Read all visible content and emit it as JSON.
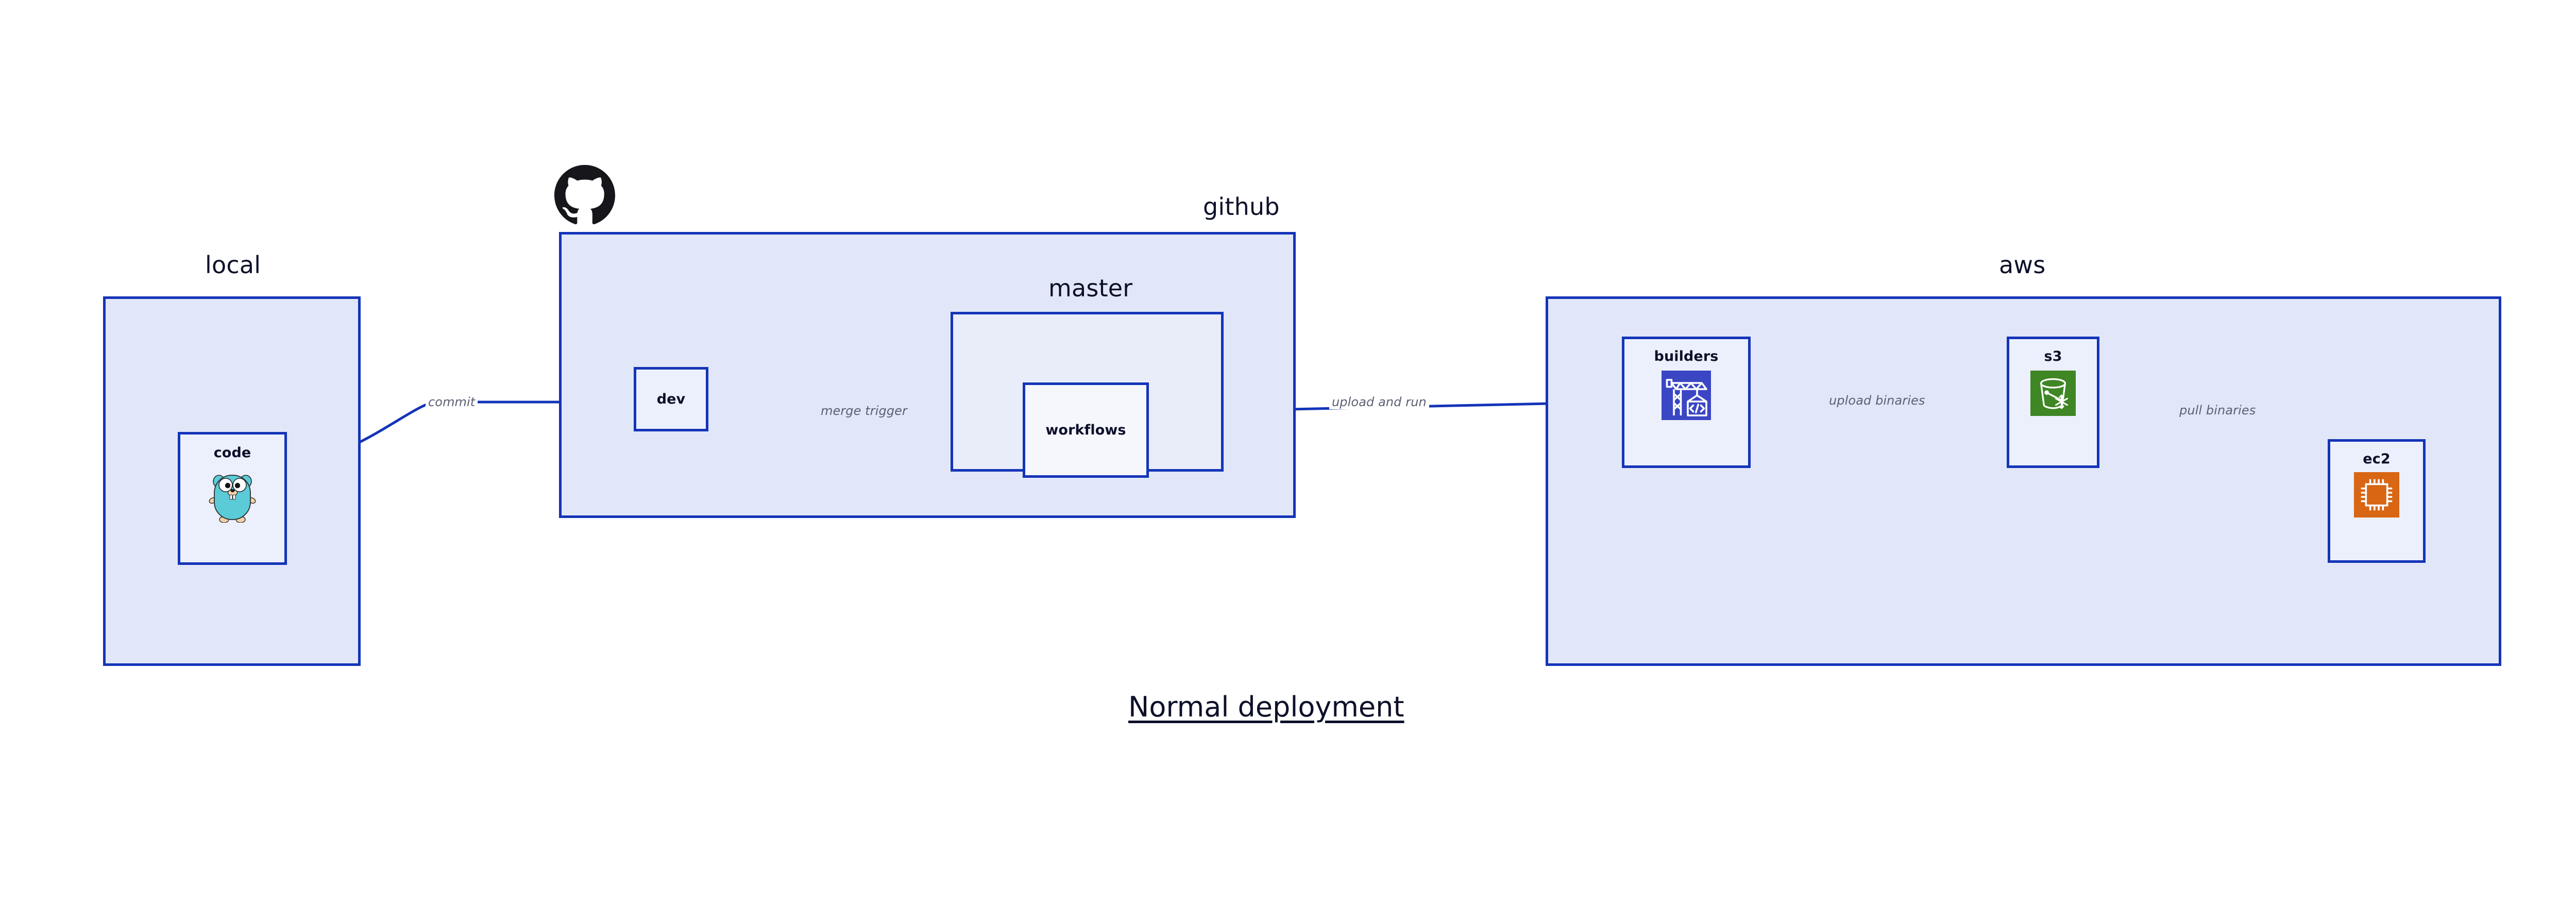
{
  "diagram": {
    "title": "Normal deployment",
    "accent_border": "#1434b8",
    "group_fill": "#e1e7f8",
    "node_fill": "#ecf0fc",
    "arrow_color": "#1434b8",
    "label_color": "#5c6073",
    "text_color": "#0d1029"
  },
  "groups": [
    {
      "id": "local",
      "label": "local"
    },
    {
      "id": "github",
      "label": "github"
    },
    {
      "id": "master",
      "label": "master"
    },
    {
      "id": "aws",
      "label": "aws"
    }
  ],
  "nodes": [
    {
      "id": "code",
      "label": "code",
      "icon": "go-gopher-icon"
    },
    {
      "id": "dev",
      "label": "dev",
      "icon": null
    },
    {
      "id": "workflows",
      "label": "workflows",
      "icon": null
    },
    {
      "id": "builders",
      "label": "builders",
      "icon": "aws-codebuild-crane-icon",
      "icon_color": "#3b46c4"
    },
    {
      "id": "s3",
      "label": "s3",
      "icon": "aws-s3-glacier-bucket-icon",
      "icon_color": "#3f8624"
    },
    {
      "id": "ec2",
      "label": "ec2",
      "icon": "aws-ec2-chip-icon",
      "icon_color": "#d86613"
    }
  ],
  "edges": [
    {
      "id": "code-to-dev",
      "label": "commit",
      "from": "code",
      "to": "dev"
    },
    {
      "id": "dev-to-workflows",
      "label": "merge trigger",
      "from": "dev",
      "to": "workflows"
    },
    {
      "id": "workflows-to-builders",
      "label": "upload and run",
      "from": "workflows",
      "to": "builders"
    },
    {
      "id": "builders-to-s3",
      "label": "upload binaries",
      "from": "builders",
      "to": "s3"
    },
    {
      "id": "s3-to-ec2",
      "label": "pull binaries",
      "from": "s3",
      "to": "ec2"
    }
  ],
  "icons": {
    "github_logo": "github-octocat-icon"
  }
}
